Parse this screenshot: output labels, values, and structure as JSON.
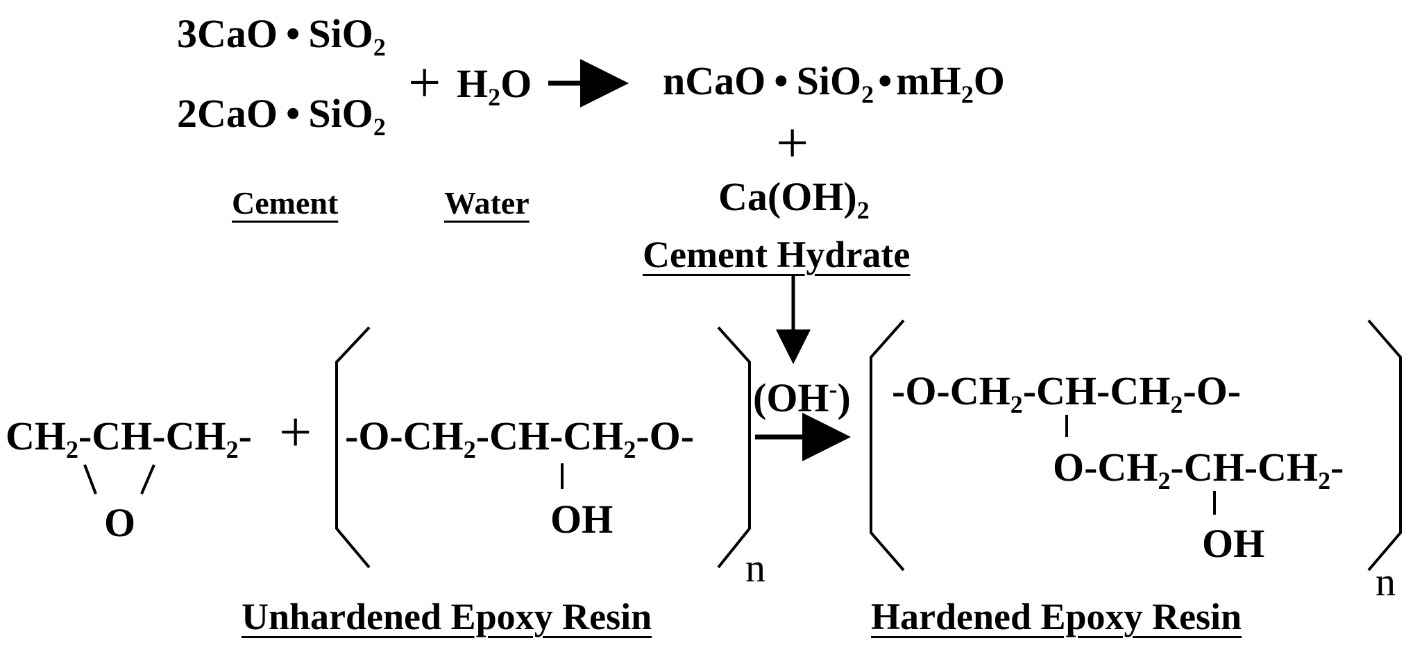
{
  "reaction1": {
    "reactant_a": {
      "coef": "3CaO",
      "sep": "•",
      "formula": "SiO",
      "sub": "2"
    },
    "reactant_b": {
      "coef": "2CaO",
      "sep": "•",
      "formula": "SiO",
      "sub": "2"
    },
    "plus": "+",
    "water": {
      "pre": "H",
      "sub": "2",
      "post": "O"
    },
    "product_main": {
      "p1": "nCaO",
      "sep1": "•",
      "p2": "SiO",
      "sub1": "2",
      "sep2": "•",
      "p3": "mH",
      "sub2": "2",
      "p4": "O"
    },
    "plus2": "+",
    "product_b": {
      "pre": "Ca(OH)",
      "sub": "2"
    },
    "label_cement": "Cement",
    "label_water": "Water",
    "label_hydrate": "Cement Hydrate"
  },
  "reaction2": {
    "epoxide": {
      "a": "CH",
      "a_sub": "2",
      "b": "-CH-CH",
      "b_sub": "2",
      "c": "-",
      "oxygen": "O"
    },
    "plus": "+",
    "unhardened_chain": {
      "a": "-O-CH",
      "a_sub": "2",
      "b": "-CH-CH",
      "b_sub": "2",
      "c": "-O-",
      "branch": "OH",
      "repeat": "n"
    },
    "catalyst": {
      "pre": "(OH",
      "sup": "-",
      "post": ")"
    },
    "hardened_chain": {
      "top": {
        "a": "-O-CH",
        "a_sub": "2",
        "b": "-CH-CH",
        "b_sub": "2",
        "c": "-O-"
      },
      "mid": {
        "a": "O-CH",
        "a_sub": "2",
        "b": "-CH-CH",
        "b_sub": "2",
        "c": "-"
      },
      "branch": "OH",
      "repeat": "n"
    },
    "label_unhardened": "Unhardened Epoxy Resin",
    "label_hardened": "Hardened Epoxy Resin"
  }
}
